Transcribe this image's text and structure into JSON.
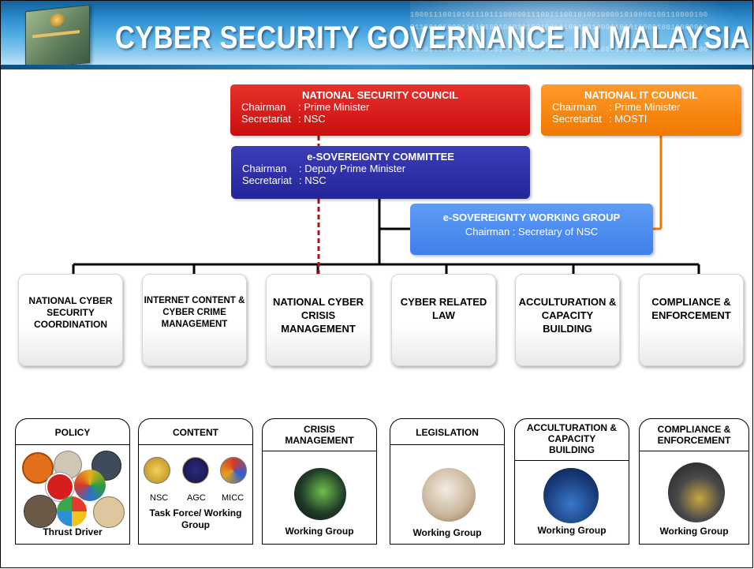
{
  "header": {
    "title": "CYBER SECURITY GOVERNANCE IN MALAYSIA",
    "binary_rows": [
      "1000111001010111011100000111001110010100100001010000100110000100",
      "0111010100011110100101011100100111001001000110101100010011000010",
      "1000111001010111011100000111001110010100100001010000100110000100"
    ]
  },
  "councils": {
    "nsc": {
      "title": "NATIONAL SECURITY COUNCIL",
      "chairman_key": "Chairman",
      "chairman_val": ": Prime Minister",
      "secretariat_key": "Secretariat",
      "secretariat_val": ": NSC"
    },
    "nitc": {
      "title": "NATIONAL IT COUNCIL",
      "chairman_key": "Chairman",
      "chairman_val": ": Prime Minister",
      "secretariat_key": "Secretariat",
      "secretariat_val": ": MOSTI"
    },
    "esc": {
      "title": "e-SOVEREIGNTY COMMITTEE",
      "chairman_key": "Chairman",
      "chairman_val": ": Deputy Prime Minister",
      "secretariat_key": "Secretariat",
      "secretariat_val": ": NSC"
    },
    "ewg": {
      "title": "e-SOVEREIGNTY WORKING GROUP",
      "chairman": "Chairman : Secretary of NSC"
    }
  },
  "functions": [
    {
      "l1": "NATIONAL CYBER",
      "l2": "SECURITY",
      "l3": "COORDINATION"
    },
    {
      "l1": "INTERNET CONTENT &",
      "l2": "CYBER CRIME",
      "l3": "MANAGEMENT"
    },
    {
      "l1": "NATIONAL  CYBER",
      "l2": "CRISIS",
      "l3": "MANAGEMENT"
    },
    {
      "l1": "CYBER RELATED",
      "l2": "LAW",
      "l3": ""
    },
    {
      "l1": "ACCULTURATION &",
      "l2": "CAPACITY",
      "l3": "BUILDING"
    },
    {
      "l1": "COMPLIANCE &",
      "l2": "ENFORCEMENT",
      "l3": ""
    }
  ],
  "cards": {
    "policy": {
      "title": "POLICY",
      "caption": "Thrust Driver"
    },
    "content": {
      "title": "CONTENT",
      "agency1": "NSC",
      "agency2": "AGC",
      "agency3": "MICC",
      "caption1": "Task Force/ Working",
      "caption2": "Group"
    },
    "crisis": {
      "title1": "CRISIS",
      "title2": "MANAGEMENT",
      "caption": "Working Group"
    },
    "legislation": {
      "title": "LEGISLATION",
      "caption": "Working Group"
    },
    "accult": {
      "title1": "ACCULTURATION &",
      "title2": "CAPACITY",
      "title3": "BUILDING",
      "caption": "Working Group"
    },
    "compliance": {
      "title1": "COMPLIANCE &",
      "title2": "ENFORCEMENT",
      "caption": "Working Group"
    }
  },
  "colors": {
    "nsc": "#d41a1a",
    "nitc": "#f7840f",
    "esc": "#2b2ca5",
    "ewg": "#4a8bef",
    "dashed_line": "#b01010",
    "orange_line": "#f07800"
  }
}
